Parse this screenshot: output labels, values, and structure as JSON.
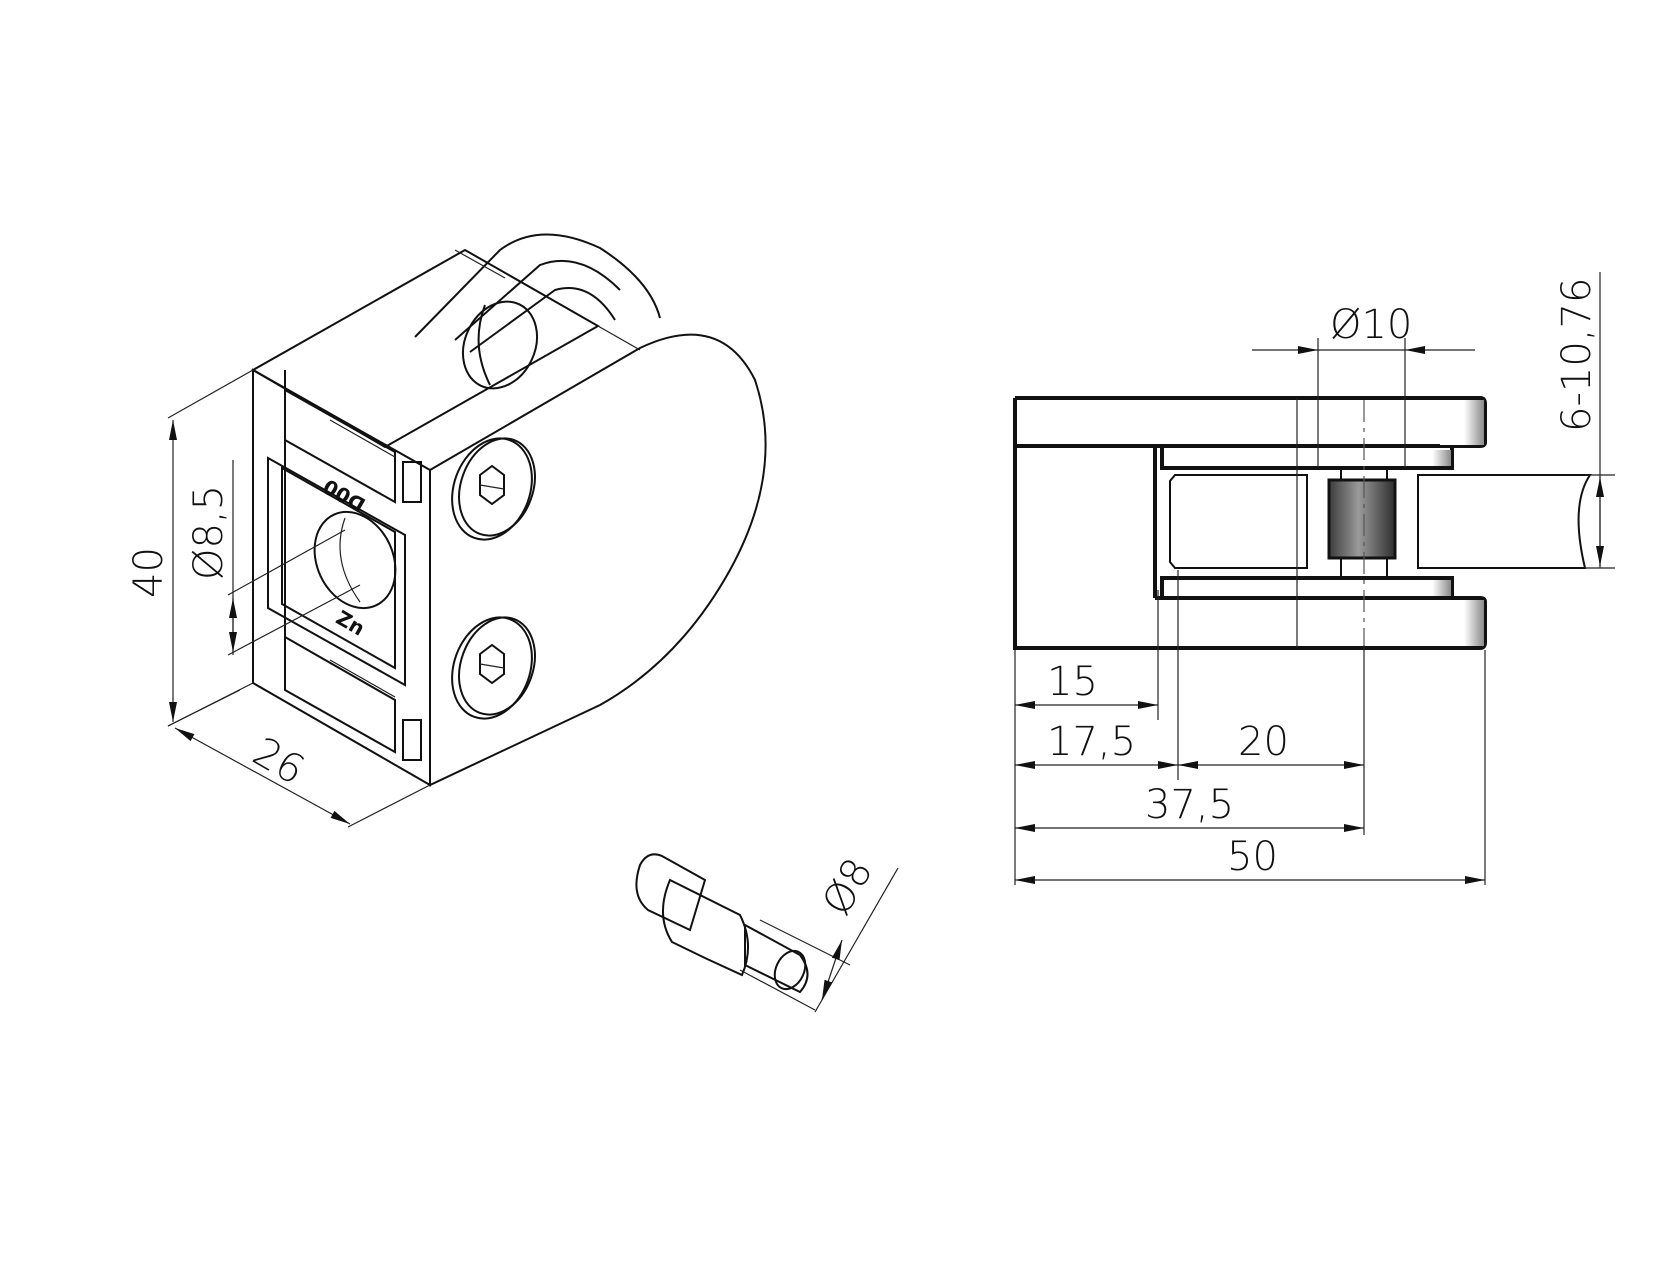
{
  "drawing": {
    "title": "Glass clamp technical drawing",
    "colors": {
      "line": "#111111",
      "glass_fill": "#f8fcf6",
      "rubber_dark": "#3a3a3a",
      "rubber_mid": "#8c8c8c",
      "background": "#ffffff"
    }
  },
  "iso_view": {
    "dimensions": {
      "height": "40",
      "bolt_hole": "Ø8,5",
      "depth": "26"
    },
    "markings": {
      "top_mark": "D00",
      "material_mark": "Zn"
    }
  },
  "pin_view": {
    "dimensions": {
      "diameter": "Ø8"
    }
  },
  "side_view": {
    "dimensions": {
      "pin_diameter": "Ø10",
      "glass_thickness": "6-10,76",
      "d15": "15",
      "d17_5": "17,5",
      "d20": "20",
      "d37_5": "37,5",
      "d50": "50"
    }
  }
}
